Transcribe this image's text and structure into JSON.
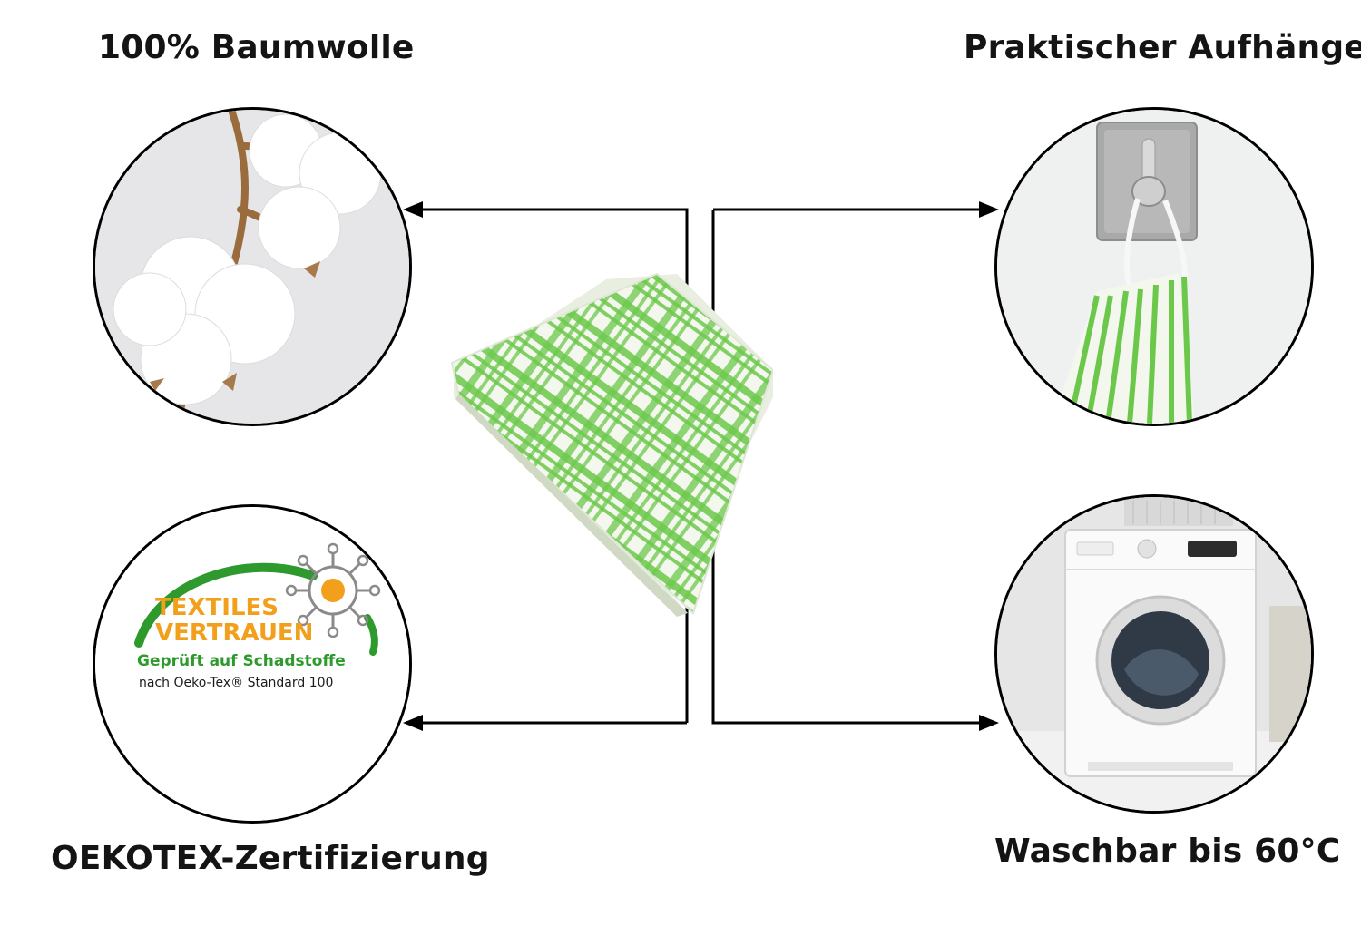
{
  "features": {
    "top_left": "100% Baumwolle",
    "top_right": "Praktischer Aufhänger",
    "bottom_left": "OEKOTEX-Zertifizierung",
    "bottom_right": "Waschbar bis 60°C"
  },
  "oeko_logo": {
    "line1": "TEXTILES",
    "line2": "VERTRAUEN",
    "line3": "Geprüft auf Schadstoffe",
    "line4": "nach Oeko-Tex® Standard 100"
  },
  "colors": {
    "towel_green": "#6cc84a",
    "logo_orange": "#f2a01b",
    "logo_green": "#2e9a2d",
    "arrow": "#000000"
  },
  "icons": [
    "cotton-image",
    "hook-image",
    "oeko-tex-logo",
    "washing-machine-image",
    "towel-image",
    "arrow-icon"
  ]
}
